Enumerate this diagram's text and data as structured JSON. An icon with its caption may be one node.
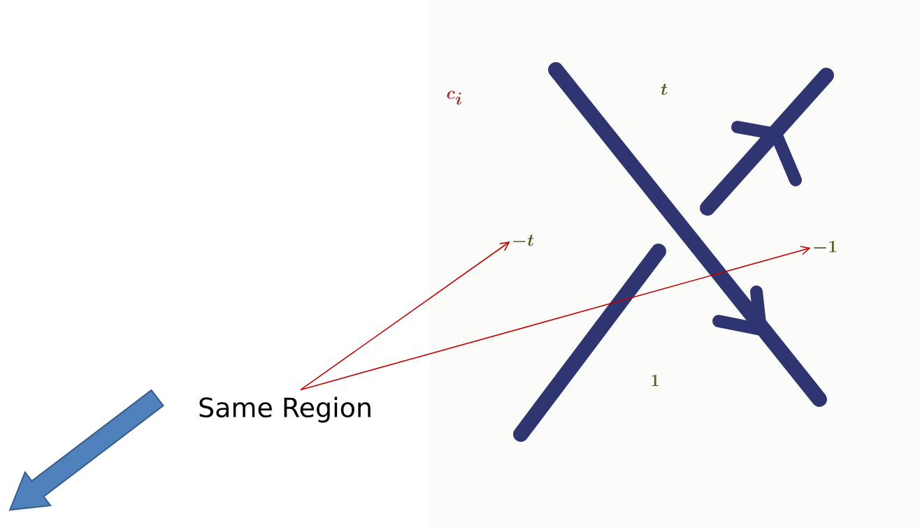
{
  "diagram": {
    "nodes": [
      {
        "text": [
          "Same Region"
        ]
      },
      {
        "text": [
          "-t"
        ]
      },
      {
        "text": [
          "-1"
        ]
      }
    ],
    "edges": [
      {
        "from": 0,
        "to": 1,
        "arrow": "to",
        "color": "#c00000"
      },
      {
        "from": 0,
        "to": 2,
        "arrow": "to",
        "color": "#c00000"
      }
    ],
    "labels": [
      "c_i",
      "t",
      "1"
    ]
  }
}
